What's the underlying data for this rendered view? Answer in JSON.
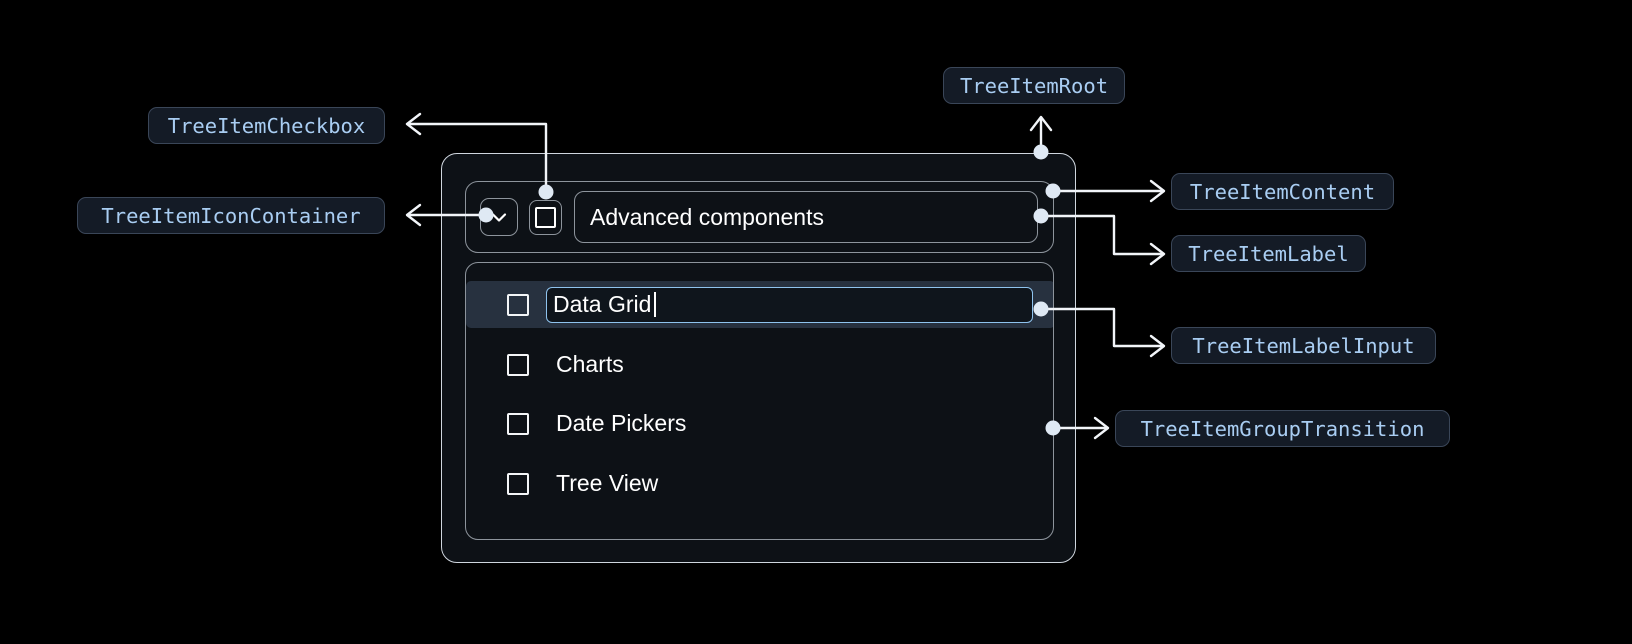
{
  "background": "#000000",
  "palette": {
    "chip_bg": "#141b26",
    "chip_border": "#3a4658",
    "chip_text": "#a9cdf2",
    "wire": "#f2f5f9",
    "root_border": "#cfd6de",
    "inner_border": "#8d949c",
    "widget_bg": "#0d1116",
    "row_highlight": "#27313f",
    "input_border": "#8fc3ee",
    "text": "#ffffff"
  },
  "annotations": [
    {
      "id": "tree-item-checkbox",
      "label": "TreeItemCheckbox"
    },
    {
      "id": "tree-item-icon-container",
      "label": "TreeItemIconContainer"
    },
    {
      "id": "tree-item-root",
      "label": "TreeItemRoot"
    },
    {
      "id": "tree-item-content",
      "label": "TreeItemContent"
    },
    {
      "id": "tree-item-label",
      "label": "TreeItemLabel"
    },
    {
      "id": "tree-item-label-input",
      "label": "TreeItemLabelInput"
    },
    {
      "id": "tree-item-group-transition",
      "label": "TreeItemGroupTransition"
    }
  ],
  "widget": {
    "root": {
      "icon": "chevron-down-icon",
      "checkbox_checked": false,
      "label": "Advanced components"
    },
    "children": [
      {
        "label": "Data Grid",
        "checked": false,
        "editing": true,
        "caret": true
      },
      {
        "label": "Charts",
        "checked": false,
        "editing": false,
        "caret": false
      },
      {
        "label": "Date Pickers",
        "checked": false,
        "editing": false,
        "caret": false
      },
      {
        "label": "Tree View",
        "checked": false,
        "editing": false,
        "caret": false
      }
    ]
  }
}
